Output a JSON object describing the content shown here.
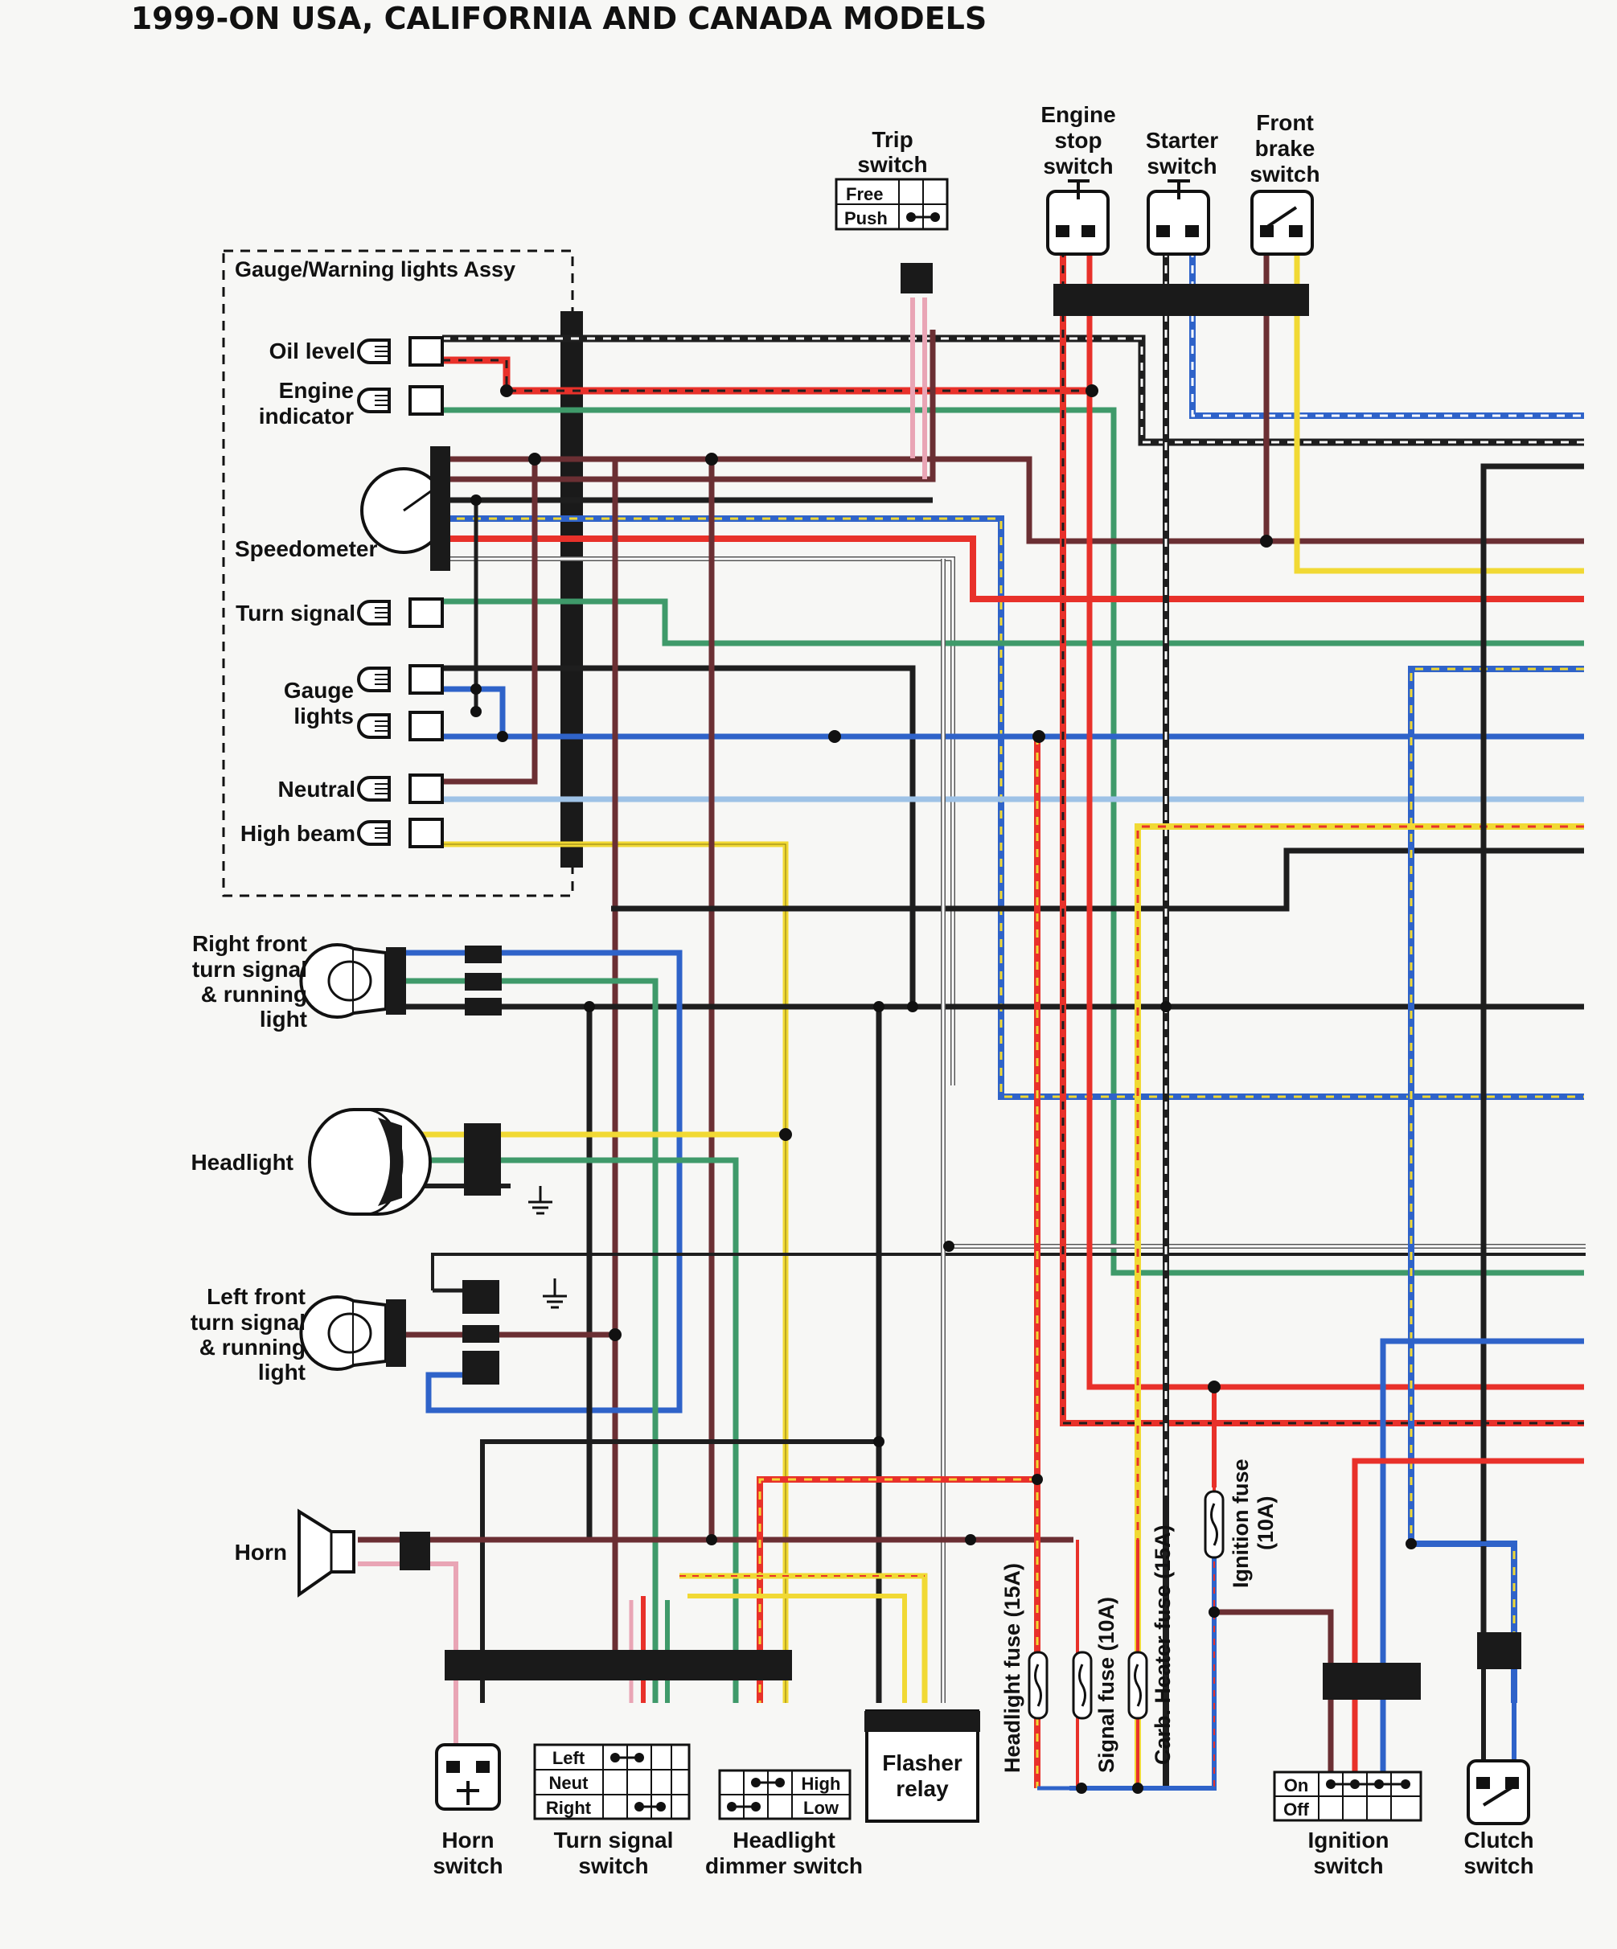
{
  "title": "1999-ON USA, CALIFORNIA AND CANADA MODELS",
  "gauge_assy": {
    "label": "Gauge/Warning lights Assy",
    "oil_level": "Oil level",
    "engine_indicator": [
      "Engine",
      "indicator"
    ],
    "speedometer": "Speedometer",
    "turn_signal": "Turn signal",
    "gauge_lights": [
      "Gauge",
      "lights"
    ],
    "neutral": "Neutral",
    "high_beam": "High beam"
  },
  "components": {
    "trip_switch": {
      "label": [
        "Trip",
        "switch"
      ],
      "rows": [
        "Free",
        "Push"
      ]
    },
    "engine_stop_switch": [
      "Engine",
      "stop",
      "switch"
    ],
    "starter_switch": [
      "Starter",
      "switch"
    ],
    "front_brake_switch": [
      "Front",
      "brake",
      "switch"
    ],
    "right_front_turn": [
      "Right front",
      "turn signal",
      "& running",
      "light"
    ],
    "headlight": "Headlight",
    "left_front_turn": [
      "Left front",
      "turn signal",
      "& running",
      "light"
    ],
    "horn": "Horn",
    "horn_switch": [
      "Horn",
      "switch"
    ],
    "turn_signal_switch": {
      "label": [
        "Turn signal",
        "switch"
      ],
      "rows": [
        "Left",
        "Neut",
        "Right"
      ]
    },
    "headlight_dimmer_switch": {
      "label": [
        "Headlight",
        "dimmer switch"
      ],
      "rows": [
        "High",
        "Low"
      ]
    },
    "flasher_relay": [
      "Flasher",
      "relay"
    ],
    "ignition_switch": {
      "label": [
        "Ignition",
        "switch"
      ],
      "rows": [
        "On",
        "Off"
      ]
    },
    "clutch_switch": [
      "Clutch",
      "switch"
    ]
  },
  "fuses": {
    "headlight": "Headlight fuse (15A)",
    "signal": "Signal fuse (10A)",
    "carb_heater": "Carb. Heater fuse (15A)",
    "ignition": [
      "Ignition fuse",
      "(10A)"
    ]
  },
  "wire_colors": {
    "red": "#e8312a",
    "black": "#1e1e1e",
    "brown": "#6b2f33",
    "blue": "#2f63c9",
    "green": "#3f9a6a",
    "yellow": "#f1d934",
    "light_blue": "#9ec2e6",
    "pink": "#e9a5b5",
    "white": "#ffffff",
    "connector": "#1a1a1a"
  }
}
